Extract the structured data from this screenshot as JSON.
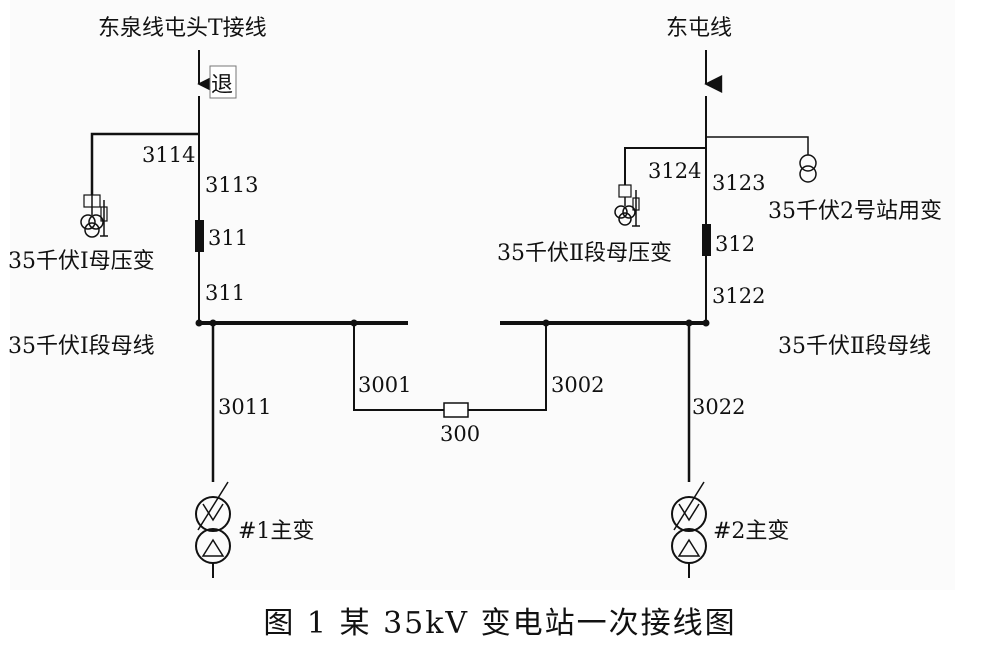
{
  "feeders": {
    "left": "东泉线屯头T接线",
    "right": "东屯线"
  },
  "status_tag": "退",
  "equipment_labels": {
    "s3114": "3114",
    "s3113": "3113",
    "s311_breaker": "311",
    "s311_bus": "311",
    "s3124": "3124",
    "s3123": "3123",
    "s312": "312",
    "s3122": "3122",
    "s3011": "3011",
    "s3001": "3001",
    "s3002": "3002",
    "s300": "300",
    "s3022": "3022"
  },
  "devices": {
    "pt1": "35千伏Ⅰ母压变",
    "pt2": "35千伏Ⅱ段母压变",
    "station_tx2": "35千伏2号站用变",
    "bus1": "35千伏Ⅰ段母线",
    "bus2": "35千伏Ⅱ段母线",
    "tx1": "#1主变",
    "tx2": "#2主变"
  },
  "caption": "图 1 某 35kV 变电站一次接线图"
}
